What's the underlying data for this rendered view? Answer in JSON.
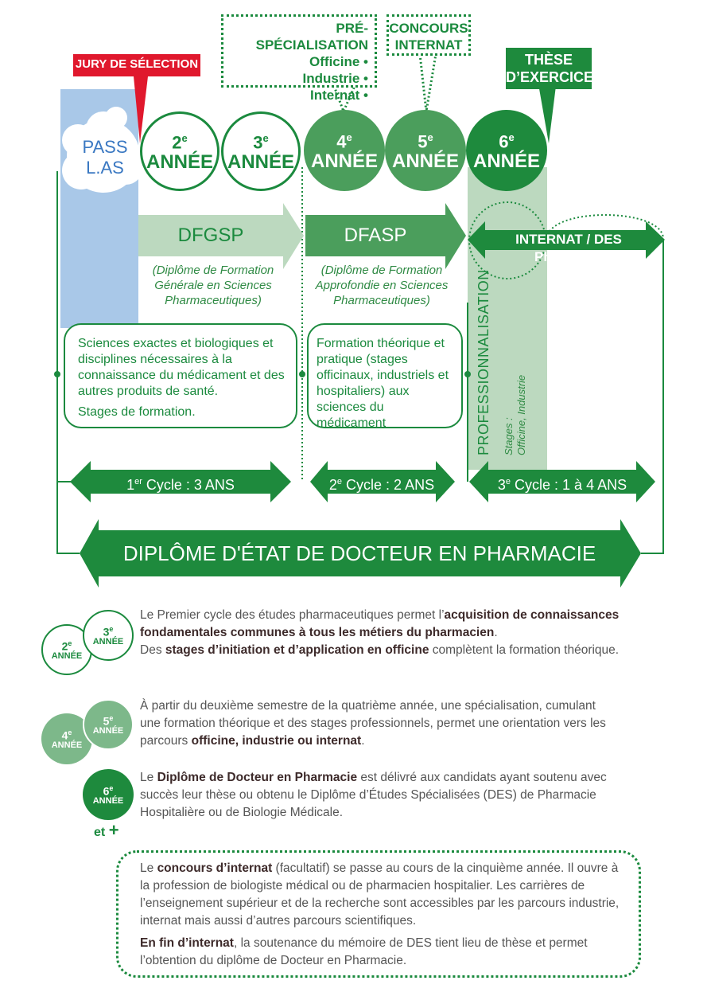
{
  "labels": {
    "jury": "JURY DE SÉLECTION",
    "prespec_title": "PRÉ-SPÉCIALISATION",
    "prespec_items": [
      "Officine •",
      "Industrie •",
      "Internat •"
    ],
    "concours": [
      "CONCOURS",
      "INTERNAT"
    ],
    "these": [
      "THÈSE",
      "D’EXERCICE"
    ],
    "pass": [
      "PASS",
      "L.AS"
    ],
    "year_word": "ANNÉE",
    "years": [
      "2",
      "3",
      "4",
      "5",
      "6"
    ],
    "year_sup": "e",
    "dfgsp": "DFGSP",
    "dfgsp_desc": "(Diplôme de Formation Générale en Sciences Pharmaceutiques)",
    "dfasp": "DFASP",
    "dfasp_desc": "(Diplôme de Formation Approfondie en Sciences Pharmaceutiques)",
    "internat": "INTERNAT / DES Pharmacie",
    "box1": "Sciences exactes et biologiques et disciplines nécessaires à la connaissance du médicament et des autres produits de santé.",
    "box1_b": "Stages de formation.",
    "box2": "Formation théorique et pratique (stages officinaux, industriels et hospitaliers) aux sciences du médicament",
    "profess": "PROFESSIONNALISATION",
    "stages": "Stages :",
    "stages_b": "Officine, Industrie",
    "cycle1_a": "1",
    "cycle1_sup": "er",
    "cycle1_b": " Cycle : 3 ANS",
    "cycle2_a": "2",
    "cycle2_sup": "e",
    "cycle2_b": " Cycle : 2 ANS",
    "cycle3_a": "3",
    "cycle3_sup": "e",
    "cycle3_b": " Cycle : 1 à 4 ANS",
    "diplome": "DIPLÔME D'ÉTAT DE DOCTEUR EN PHARMACIE"
  },
  "legend": {
    "p1_a": "Le Premier cycle des études pharmaceutiques permet l’",
    "p1_b": "acquisition de connaissances fondamentales communes à tous les métiers du pharmacien",
    "p1_c": ".",
    "p1_d": "Des ",
    "p1_e": "stages d’initiation et d’application en officine",
    "p1_f": " complètent la formation théorique.",
    "p2_a": "À partir du deuxième semestre de la quatrième année, une spécialisation, cumulant une formation théorique et des stages professionnels, permet une orientation vers les parcours ",
    "p2_b": "officine, industrie ou internat",
    "p2_c": ".",
    "p3_a": "Le ",
    "p3_b": "Diplôme de Docteur en Pharmacie",
    "p3_c": " est délivré aux candidats ayant soutenu avec succès leur thèse ou obtenu le Diplôme d’Études Spécialisées (DES) de Pharmacie Hospitalière ou de Biologie Médicale.",
    "et_plus": "et",
    "plus": "+",
    "p4_a": "Le ",
    "p4_b": "concours d’internat",
    "p4_c": " (facultatif) se passe au cours de la cinquième année. Il ouvre à la profession de biologiste médical ou de pharmacien hospitalier. Les carrières de l’enseignement supérieur et de la recherche sont accessibles par les parcours industrie, internat mais aussi d’autres parcours scientifiques.",
    "p5_a": "En fin d’internat",
    "p5_b": ", la soutenance du mémoire de DES tient lieu de thèse et permet l’obtention du diplôme de Docteur en Pharmacie."
  },
  "colors": {
    "dark_green": "#1e8a3d",
    "mid_green": "#4b9e5c",
    "light_green": "#bcd9bf",
    "pass_blue": "#a9c8e8",
    "red": "#e0182d"
  }
}
